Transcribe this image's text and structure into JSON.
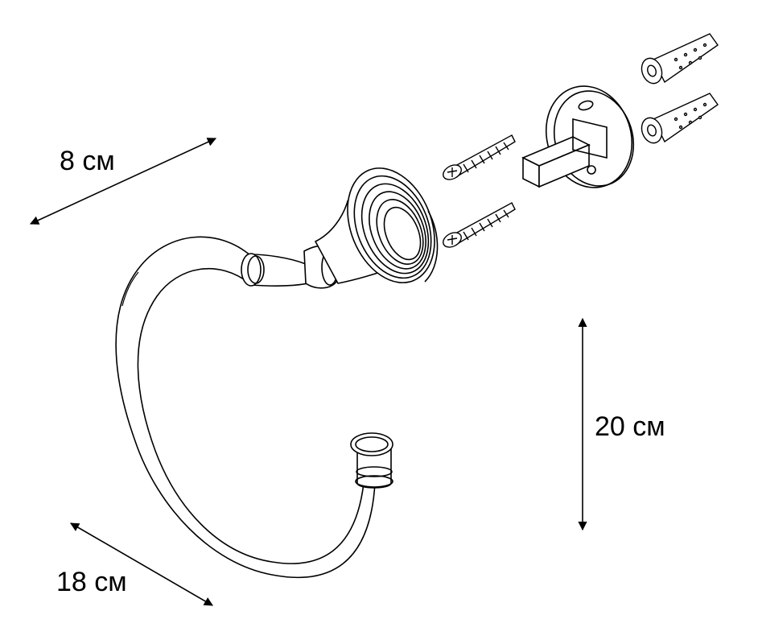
{
  "dimensions": {
    "width": "8 см",
    "height": "20 см",
    "depth": "18 см"
  },
  "colors": {
    "line": "#000000",
    "background": "#ffffff"
  }
}
